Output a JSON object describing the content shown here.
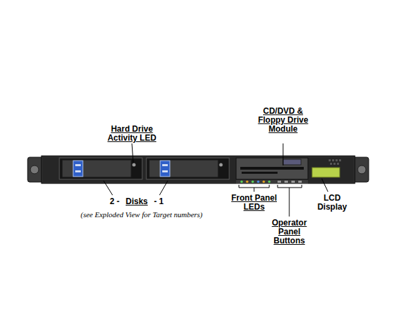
{
  "diagram": {
    "labels": [
      "Hard Drive Activity LED",
      "CD/DVD & Floppy Drive Module",
      "2 -",
      "Disks",
      "- 1",
      "(see Exploded View for Target numbers)",
      "Front Panel LEDs",
      "Operator Panel Buttons",
      "LCD Display"
    ]
  }
}
